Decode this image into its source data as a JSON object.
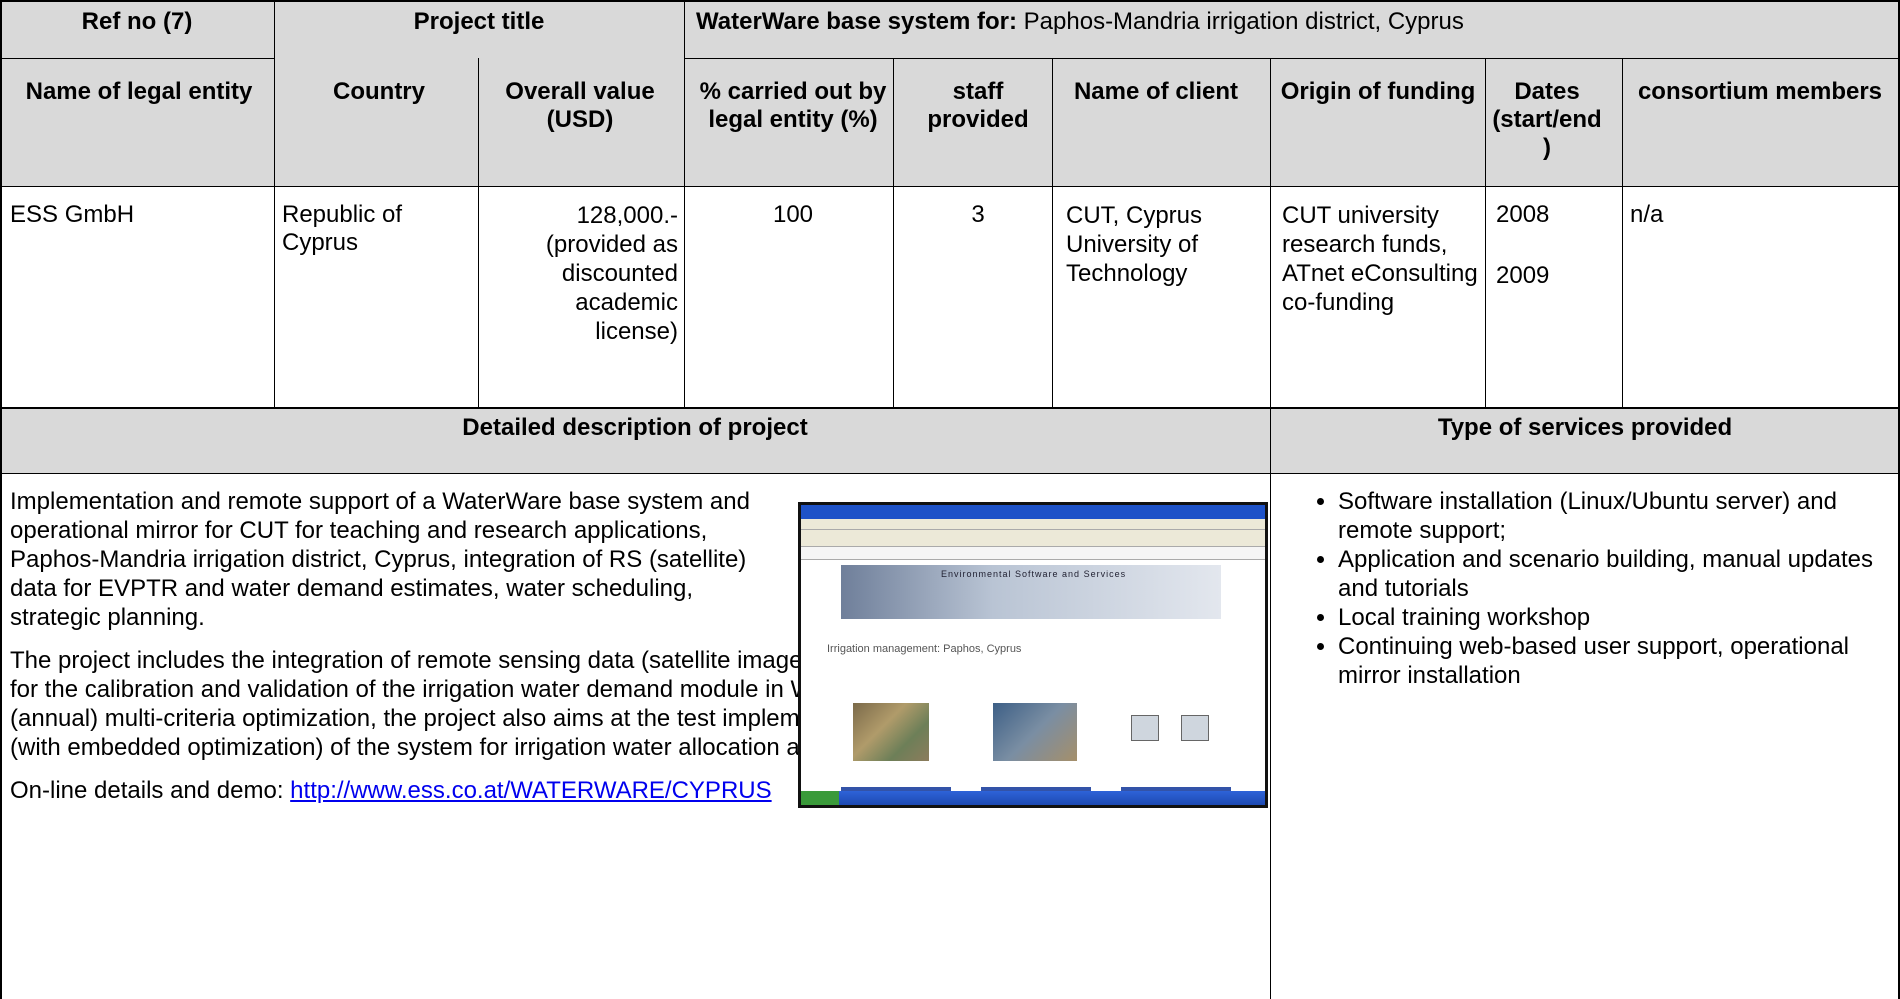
{
  "header": {
    "ref_no": "Ref no (7)",
    "project_title_label": "Project title",
    "project_title_prefix": "WaterWare base system for:",
    "project_title_value": " Paphos-Mandria irrigation district, Cyprus"
  },
  "columns": [
    "Name of legal entity",
    "Country",
    "Overall value (USD)",
    "% carried out by legal entity (%)",
    "staff provided",
    "Name of client",
    "Origin of funding",
    "Dates (start/end )",
    "consortium members"
  ],
  "row": {
    "entity": "ESS GmbH",
    "country": "Republic of Cyprus",
    "value": "128,000.- (provided as discounted academic license)",
    "percent": "100",
    "staff": "3",
    "client": "CUT, Cyprus University of Technology",
    "funding": "CUT university research funds, ATnet eConsulting co-funding",
    "date_start": "2008",
    "date_end": "2009",
    "consortium": "n/a"
  },
  "section_headers": {
    "description": "Detailed description of project",
    "services": "Type of services provided"
  },
  "description": {
    "p1": "Implementation and remote support of a WaterWare base system and operational mirror for CUT for teaching and research applications, Paphos-Mandria irrigation district, Cyprus, integration of RS (satellite) data for EVPTR and water demand estimates, water scheduling, strategic planning.",
    "p2": "The project includes the integration of remote sensing data (satellite imagery) for the estimation of evapo-transpiration for the calibration and validation of the irrigation water demand module in WaterWare. In parallel to the planning level (annual) multi-criteria optimization, the project also aims at the test implementation of real-time operational control use (with embedded optimization) of the system for irrigation water allocation and scheduling.",
    "online_label": "On-line details and demo: ",
    "online_url": "http://www.ess.co.at/WATERWARE/CYPRUS"
  },
  "services": [
    "Software installation (Linux/Ubuntu server) and remote support;",
    "Application and scenario building, manual updates and tutorials",
    "Local training workshop",
    "Continuing web-based user support, operational mirror installation"
  ],
  "screenshot": {
    "banner_text": "Environmental Software and Services",
    "page_title": "Irrigation management: Paphos, Cyprus"
  }
}
